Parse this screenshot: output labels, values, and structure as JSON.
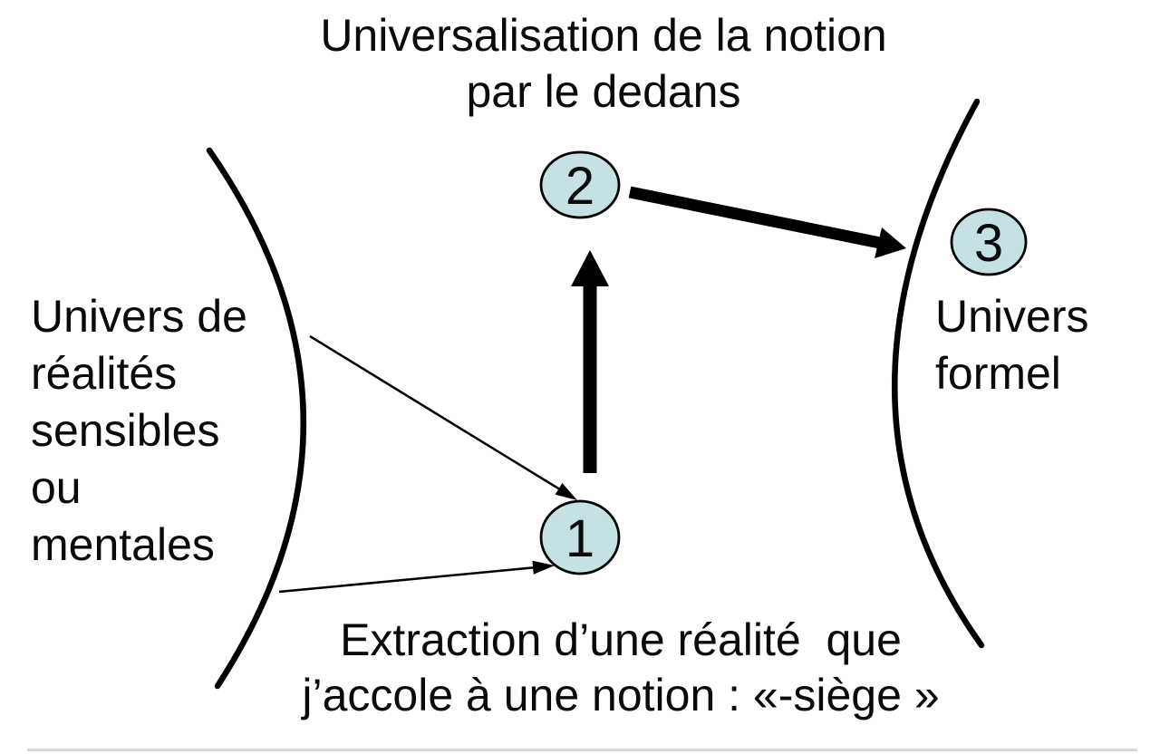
{
  "diagram": {
    "title": {
      "lines": [
        "Universalisation de la notion",
        "par le dedans"
      ]
    },
    "left_region": {
      "lines": [
        "Univers de",
        "réalités",
        "sensibles",
        "ou",
        "mentales"
      ]
    },
    "right_region": {
      "lines": [
        "Univers",
        "formel"
      ]
    },
    "bottom_caption": {
      "lines": [
        "Extraction d’une réalité  que",
        "j’accole à une notion : «-siège »"
      ]
    },
    "nodes": [
      {
        "id": "node-1",
        "label": "1"
      },
      {
        "id": "node-2",
        "label": "2"
      },
      {
        "id": "node-3",
        "label": "3"
      }
    ],
    "colors": {
      "node_fill": "#c6e1e3",
      "node_stroke": "#000000",
      "line": "#000000",
      "background": "#ffffff"
    }
  }
}
